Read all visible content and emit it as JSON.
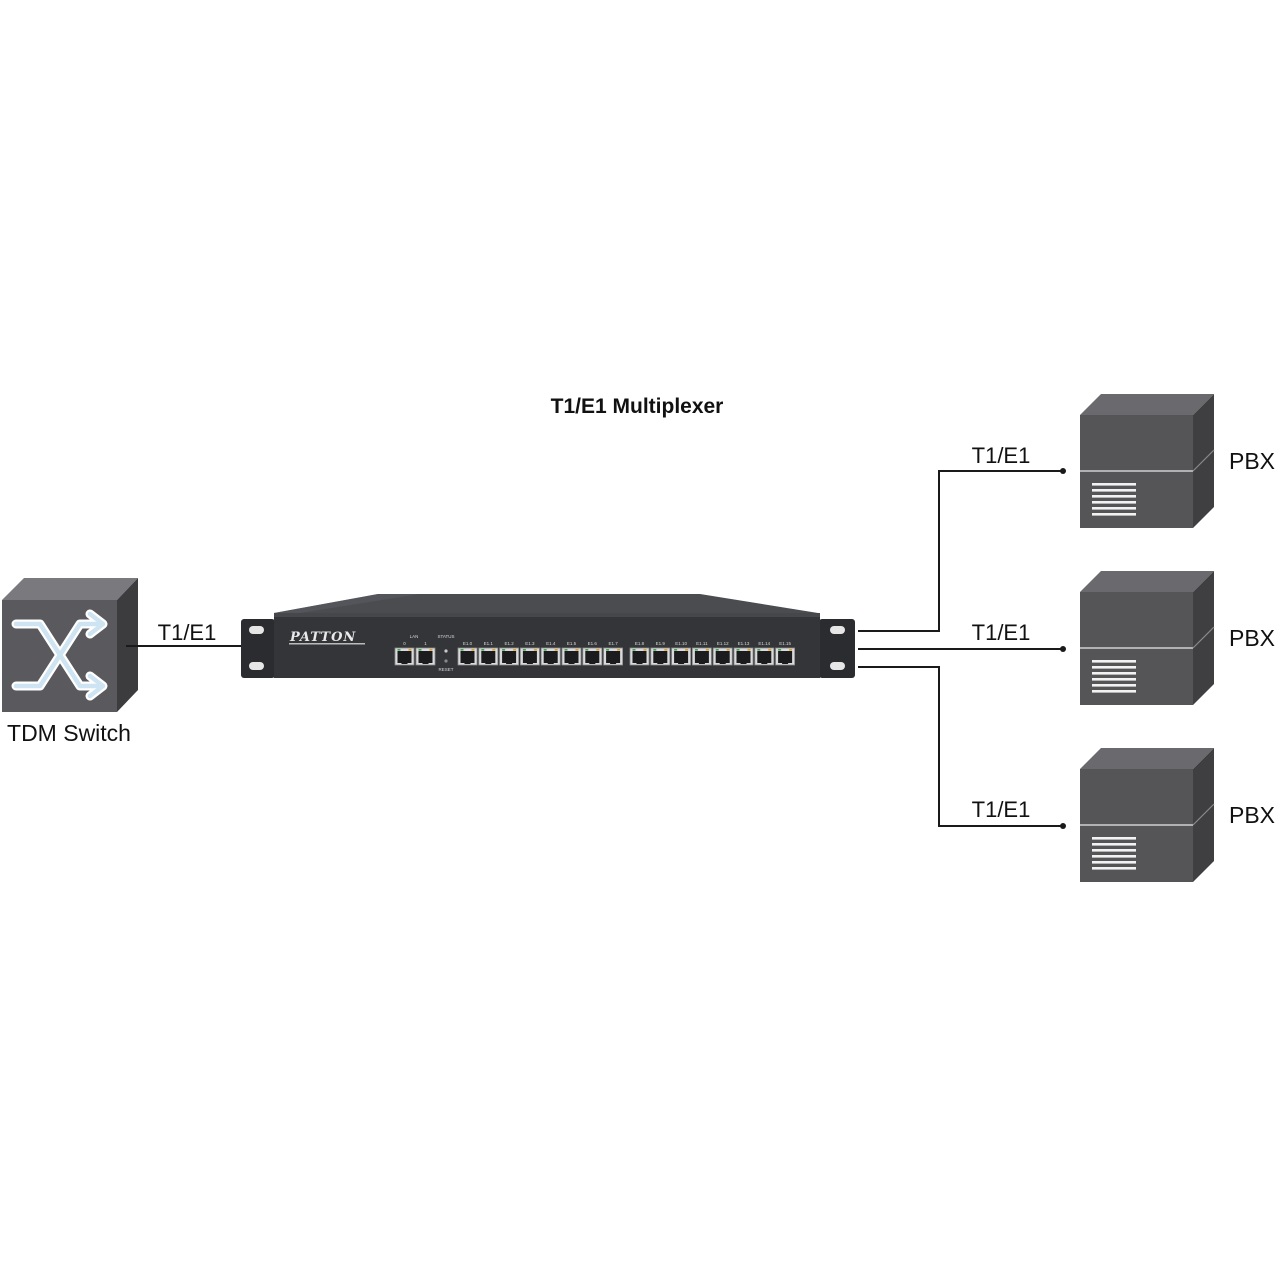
{
  "diagram": {
    "title": "T1/E1 Multiplexer",
    "colors": {
      "line": "#1a1a1a",
      "device_front": "#333538",
      "device_top": "#4a4c50",
      "pbx_front": "#555558",
      "pbx_top": "#6a6a6e",
      "pbx_side": "#3f3f42",
      "switch_front": "#5a5a5e",
      "switch_arrows": "#cfe4f2"
    },
    "tdm_switch": {
      "label": "TDM Switch",
      "link_label": "T1/E1",
      "icon": "crossed-arrows-icon"
    },
    "multiplexer": {
      "brand": "PATTON",
      "lan_label": "LAN",
      "lan_port_labels": [
        "0",
        "1"
      ],
      "status_label": "STATUS",
      "reset_label": "RESET",
      "port_labels": [
        "E1.0",
        "E1.1",
        "E1.2",
        "E1.3",
        "E1.4",
        "E1.5",
        "E1.6",
        "E1.7",
        "E1.8",
        "E1.9",
        "E1.10",
        "E1.11",
        "E1.12",
        "E1.13",
        "E1.14",
        "E1.15"
      ]
    },
    "pbx_nodes": [
      {
        "label": "PBX",
        "link_label": "T1/E1"
      },
      {
        "label": "PBX",
        "link_label": "T1/E1"
      },
      {
        "label": "PBX",
        "link_label": "T1/E1"
      }
    ]
  }
}
